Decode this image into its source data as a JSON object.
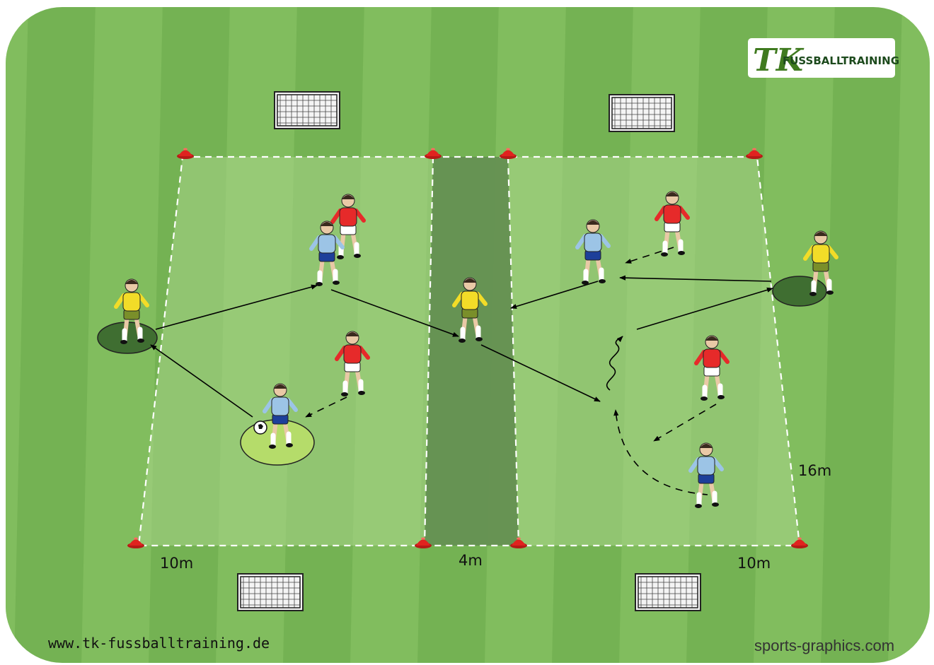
{
  "logo": {
    "mark": "TK",
    "text": "FUSSBALLTRAINING"
  },
  "dimensions": {
    "left_zone_width": "10m",
    "middle_zone_width": "4m",
    "right_zone_width": "10m",
    "depth": "16m"
  },
  "footer": {
    "website": "www.tk-fussballtraining.de",
    "credit": "sports-graphics.com"
  },
  "colors": {
    "pitch_dark": "#6fae4f",
    "pitch_light": "#85c062",
    "team_a": "#e62a2a",
    "team_b": "#9cc4e6",
    "neutral": "#f2dc28",
    "cone": "#e0231f",
    "middle_zone": "#5e8a4e"
  },
  "icons": [
    "goal-icon",
    "cone-icon",
    "player-icon",
    "ball-icon"
  ]
}
